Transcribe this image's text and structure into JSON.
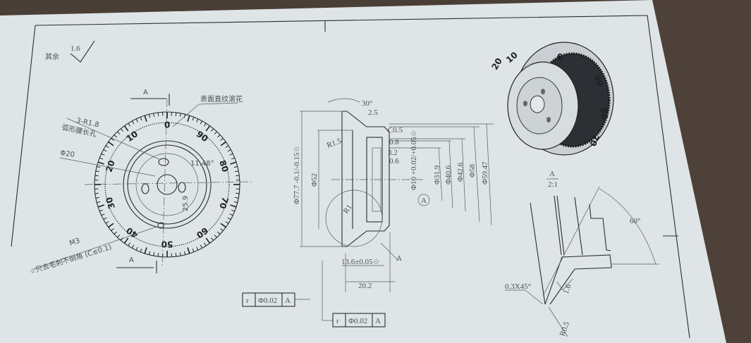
{
  "drawing": {
    "surface_finish": {
      "label": "其余",
      "value": "1.6"
    },
    "section_marker": "A",
    "knurl_note": "表面直纹滚花",
    "slot_note": {
      "count": "3-R1.8",
      "text": "弧形腰长孔"
    },
    "dia_20": "Φ20",
    "angle_note": "11.48°",
    "dim_25": "25.9",
    "thread": "M3",
    "deburr_note": "☆只去毛刺不倒角 (C≤0.1)",
    "dial_numbers": [
      "0",
      "10",
      "20",
      "30",
      "40",
      "50",
      "60",
      "70",
      "80",
      "90"
    ],
    "section": {
      "angle": "30°",
      "d_2_5": "2.5",
      "c0_5": "C0.5",
      "r1_5": "R1.5",
      "d_0_8": "0.8",
      "d_3_2": "3.2",
      "d_0_6": "0.6",
      "d_77_7": "Φ77.7 -0.1/-0.15☆",
      "d_52": "Φ52",
      "d_10": "Φ10 +0.02/+0.05☆",
      "d_31_9": "Φ31.9",
      "d_40_6": "Φ40.6",
      "d_42_6": "Φ42.6",
      "d_58": "Φ58",
      "d_59_47": "Φ59.47",
      "r1": "R1",
      "datum": "A",
      "width_13_6": "13.6±0.05☆",
      "width_20_2": "20.2",
      "detail_leader": "A"
    },
    "tolerance_frame_1": [
      "r",
      "Φ0.02",
      "A"
    ],
    "tolerance_frame_2": [
      "r",
      "Φ0.02",
      "A"
    ],
    "detail": {
      "title": "A",
      "scale": "2:1",
      "angle": "60°",
      "chamfer": "0.3X45°",
      "finish": "1.6",
      "radius": "R0.5"
    },
    "render_numbers": [
      "10",
      "0",
      "90",
      "80",
      "70",
      "20"
    ]
  },
  "colors": {
    "paper": "#dfe5e7",
    "ink": "#2a2d30",
    "background": "#4a3f37"
  }
}
